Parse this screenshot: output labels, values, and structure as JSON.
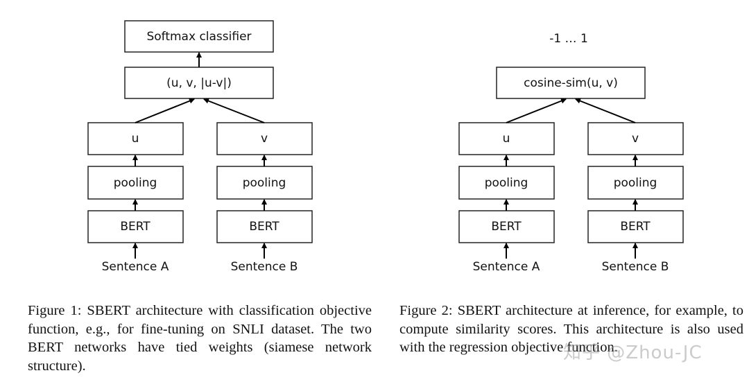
{
  "figure1": {
    "top_box": "Softmax classifier",
    "concat_box": "(u, v, |u-v|)",
    "left": {
      "embedding": "u",
      "pooling": "pooling",
      "encoder": "BERT",
      "input": "Sentence A"
    },
    "right": {
      "embedding": "v",
      "pooling": "pooling",
      "encoder": "BERT",
      "input": "Sentence B"
    },
    "caption": "Figure 1: SBERT architecture with classification objective function, e.g., for fine-tuning on SNLI dataset. The two BERT networks have tied weights (siamese network structure)."
  },
  "figure2": {
    "output_range": "-1 … 1",
    "similarity_box": "cosine-sim(u, v)",
    "left": {
      "embedding": "u",
      "pooling": "pooling",
      "encoder": "BERT",
      "input": "Sentence A"
    },
    "right": {
      "embedding": "v",
      "pooling": "pooling",
      "encoder": "BERT",
      "input": "Sentence B"
    },
    "caption": "Figure 2: SBERT architecture at inference, for example, to compute similarity scores. This architecture is also used with the regression objective function."
  },
  "watermark": "知乎 @Zhou-JC"
}
